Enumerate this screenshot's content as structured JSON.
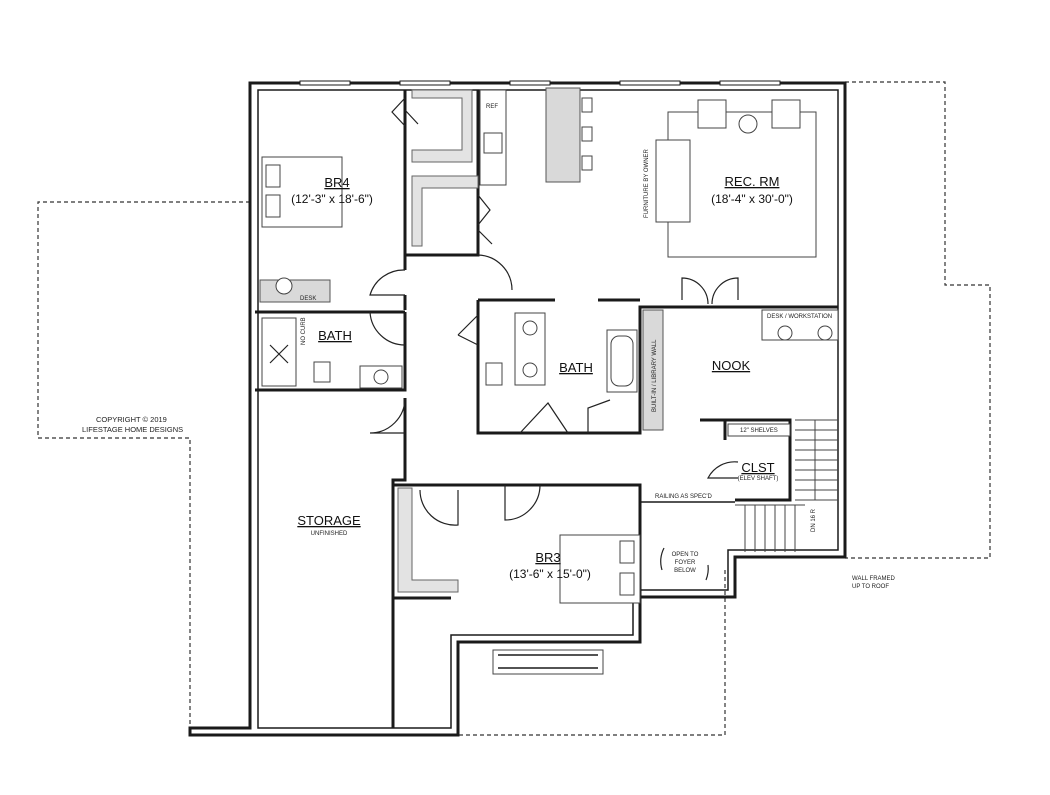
{
  "rooms": {
    "br4": {
      "name": "BR4",
      "dims": "(12'-3\" x 18'-6\")"
    },
    "rec_rm": {
      "name": "REC. RM",
      "dims": "(18'-4\" x 30'-0\")"
    },
    "bath_left": {
      "name": "BATH"
    },
    "bath_center": {
      "name": "BATH"
    },
    "nook": {
      "name": "NOOK"
    },
    "clst": {
      "name": "CLST",
      "sub": "(ELEV SHAFT)"
    },
    "storage": {
      "name": "STORAGE",
      "sub": "UNFINISHED"
    },
    "br3": {
      "name": "BR3",
      "dims": "(13'-6\" x 15'-0\")"
    }
  },
  "labels": {
    "ref": "REF",
    "desk": "DESK",
    "no_curb": "NO CURB",
    "desk_workstation": "DESK / WORKSTATION",
    "shelves": "12\" SHELVES",
    "railing": "RAILING AS SPEC'D",
    "library_wall": "BUILT-IN / LIBRARY WALL",
    "furniture": "FURNITURE BY OWNER",
    "open_to_foyer": [
      "OPEN TO",
      "FOYER",
      "BELOW"
    ],
    "wall_framed": [
      "WALL FRAMED",
      "UP TO ROOF"
    ],
    "stair_dn": "DN 16 R"
  },
  "copyright": [
    "COPYRIGHT © 2019",
    "LIFESTAGE HOME DESIGNS"
  ]
}
